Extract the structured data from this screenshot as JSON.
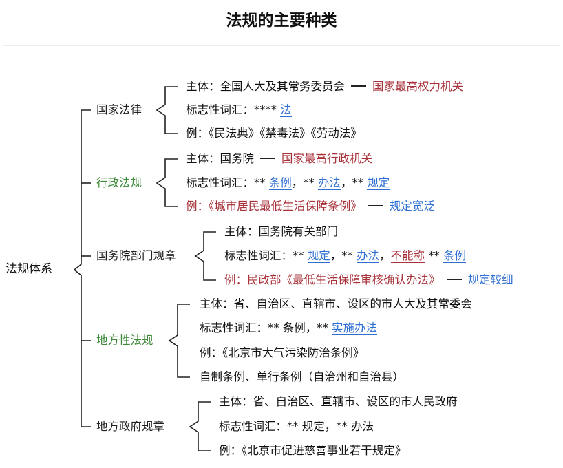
{
  "title": "法规的主要种类",
  "root": "法规体系",
  "branches": [
    {
      "label": "国家法律",
      "label_color": "#222222",
      "lines": [
        {
          "segments": [
            {
              "text": "主体：全国人大及其常务委员会",
              "style": "plain"
            },
            {
              "text": "",
              "style": "dash"
            },
            {
              "text": "国家最高权力机关",
              "style": "red"
            }
          ]
        },
        {
          "segments": [
            {
              "text": "标志性词汇：**** ",
              "style": "plain"
            },
            {
              "text": "法",
              "style": "ul-blue"
            }
          ]
        },
        {
          "segments": [
            {
              "text": "例：《民法典》《禁毒法》《劳动法》",
              "style": "plain"
            }
          ]
        }
      ]
    },
    {
      "label": "行政法规",
      "label_color": "#3f8a3a",
      "lines": [
        {
          "segments": [
            {
              "text": "主体：国务院",
              "style": "plain"
            },
            {
              "text": "",
              "style": "dash"
            },
            {
              "text": "国家最高行政机关",
              "style": "red"
            }
          ]
        },
        {
          "segments": [
            {
              "text": "标志性词汇：** ",
              "style": "plain"
            },
            {
              "text": "条例",
              "style": "ul-blue"
            },
            {
              "text": "，** ",
              "style": "plain"
            },
            {
              "text": "办法",
              "style": "ul-blue"
            },
            {
              "text": "，** ",
              "style": "plain"
            },
            {
              "text": "规定",
              "style": "ul-blue"
            }
          ]
        },
        {
          "segments": [
            {
              "text": "例：《城市居民最低生活保障条例》",
              "style": "red"
            },
            {
              "text": "",
              "style": "dash"
            },
            {
              "text": "规定宽泛",
              "style": "blue"
            }
          ]
        }
      ]
    },
    {
      "label": "国务院部门规章",
      "label_color": "#222222",
      "lines": [
        {
          "segments": [
            {
              "text": "主体：国务院有关部门",
              "style": "plain"
            }
          ]
        },
        {
          "segments": [
            {
              "text": "标志性词汇：** ",
              "style": "plain"
            },
            {
              "text": "规定",
              "style": "ul-blue"
            },
            {
              "text": "，** ",
              "style": "plain"
            },
            {
              "text": "办法",
              "style": "ul-blue"
            },
            {
              "text": "，",
              "style": "plain"
            },
            {
              "text": "不能称",
              "style": "ul-red"
            },
            {
              "text": " ** ",
              "style": "plain"
            },
            {
              "text": "条例",
              "style": "ul-blue"
            }
          ]
        },
        {
          "segments": [
            {
              "text": "例：民政部《最低生活保障审核确认办法》",
              "style": "red"
            },
            {
              "text": "",
              "style": "dash"
            },
            {
              "text": "规定较细",
              "style": "blue"
            }
          ]
        }
      ]
    },
    {
      "label": "地方性法规",
      "label_color": "#3f8a3a",
      "lines": [
        {
          "segments": [
            {
              "text": "主体：省、自治区、直辖市、设区的市人大及其常委会",
              "style": "plain"
            }
          ]
        },
        {
          "segments": [
            {
              "text": "标志性词汇：** 条例，** ",
              "style": "plain"
            },
            {
              "text": "实施办法",
              "style": "ul-blue"
            }
          ]
        },
        {
          "segments": [
            {
              "text": "例：《北京市大气污染防治条例》",
              "style": "plain"
            }
          ]
        },
        {
          "segments": [
            {
              "text": "自制条例、单行条例（自治州和自治县）",
              "style": "plain"
            }
          ]
        }
      ]
    },
    {
      "label": "地方政府规章",
      "label_color": "#222222",
      "lines": [
        {
          "segments": [
            {
              "text": "主体：省、自治区、直辖市、设区的市人民政府",
              "style": "plain"
            }
          ]
        },
        {
          "segments": [
            {
              "text": "标志性词汇：** 规定，** 办法",
              "style": "plain"
            }
          ]
        },
        {
          "segments": [
            {
              "text": "例：《北京市促进慈善事业若干规定》",
              "style": "plain"
            }
          ]
        }
      ]
    }
  ]
}
